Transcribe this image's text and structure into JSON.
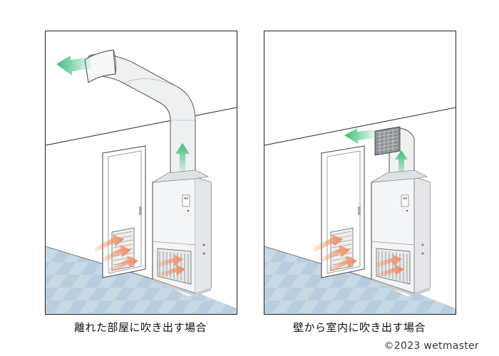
{
  "panels": [
    {
      "caption": "離れた部屋に吹き出す場合"
    },
    {
      "caption": "壁から室内に吹き出す場合"
    }
  ],
  "copyright": "©2023 wetmaster",
  "colors": {
    "floor": "#c8d9e6",
    "unit_body": "#f4f5f6",
    "duct": "#eef0f2",
    "arrow_outlet": "#3cbf78",
    "arrow_intake": "#f08a60",
    "line": "#222222"
  }
}
